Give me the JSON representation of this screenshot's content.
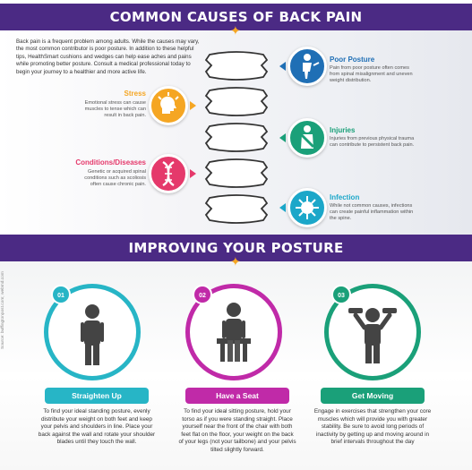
{
  "section1": {
    "title": "COMMON CAUSES OF BACK PAIN",
    "intro": "Back pain is a frequent problem among adults. While the causes may vary, the most common contributor is poor posture. In addition to these helpful tips, HealthSmart cushions and wedges can help ease aches and pains while promoting better posture. Consult a medical professional today to begin your journey to a healthier and more active life.",
    "causes": [
      {
        "title": "Poor Posture",
        "text": "Pain from poor posture often comes from spinal misalignment and uneven weight distribution.",
        "color": "#1f6fb5",
        "icon": "posture-person-icon"
      },
      {
        "title": "Stress",
        "text": "Emotional stress can cause muscles to tense which can result in back pain.",
        "color": "#f5a623",
        "icon": "stress-head-icon"
      },
      {
        "title": "Injuries",
        "text": "Injuries from previous physical trauma can contribute to persistent back pain.",
        "color": "#1aa079",
        "icon": "arm-sling-icon"
      },
      {
        "title": "Conditions/Diseases",
        "text": "Genetic or acquired spinal conditions such as scoliosis often cause chronic pain.",
        "color": "#e5396b",
        "icon": "dna-icon"
      },
      {
        "title": "Infection",
        "text": "While not common causes, infections can create painful inflammation within the spine.",
        "color": "#1ba7c9",
        "icon": "virus-icon"
      }
    ]
  },
  "section2": {
    "title": "IMPROVING YOUR POSTURE",
    "steps": [
      {
        "num": "01",
        "title": "Straighten Up",
        "text": "To find your ideal standing posture, evenly distribute your weight on both feet and keep your pelvis and shoulders in line. Place your back against the wall and rotate your shoulder blades until they touch the wall.",
        "color": "#27b5c6"
      },
      {
        "num": "02",
        "title": "Have a Seat",
        "text": "To find your ideal sitting posture, hold your torso as if you were standing straight. Place yourself near the front of the chair with both feet flat on the floor, your weight on the back of your legs (not your tailbone) and your pelvis tilted slightly forward.",
        "color": "#c02aa8"
      },
      {
        "num": "03",
        "title": "Get Moving",
        "text": "Engage in exercises that strengthen your core muscles which will provide you with greater stability. Be sure to avoid long periods of inactivity by getting up and moving around in brief intervals throughout the day",
        "color": "#1aa079"
      }
    ],
    "source": "Source: buffingtonpost.com; webmd.com"
  }
}
